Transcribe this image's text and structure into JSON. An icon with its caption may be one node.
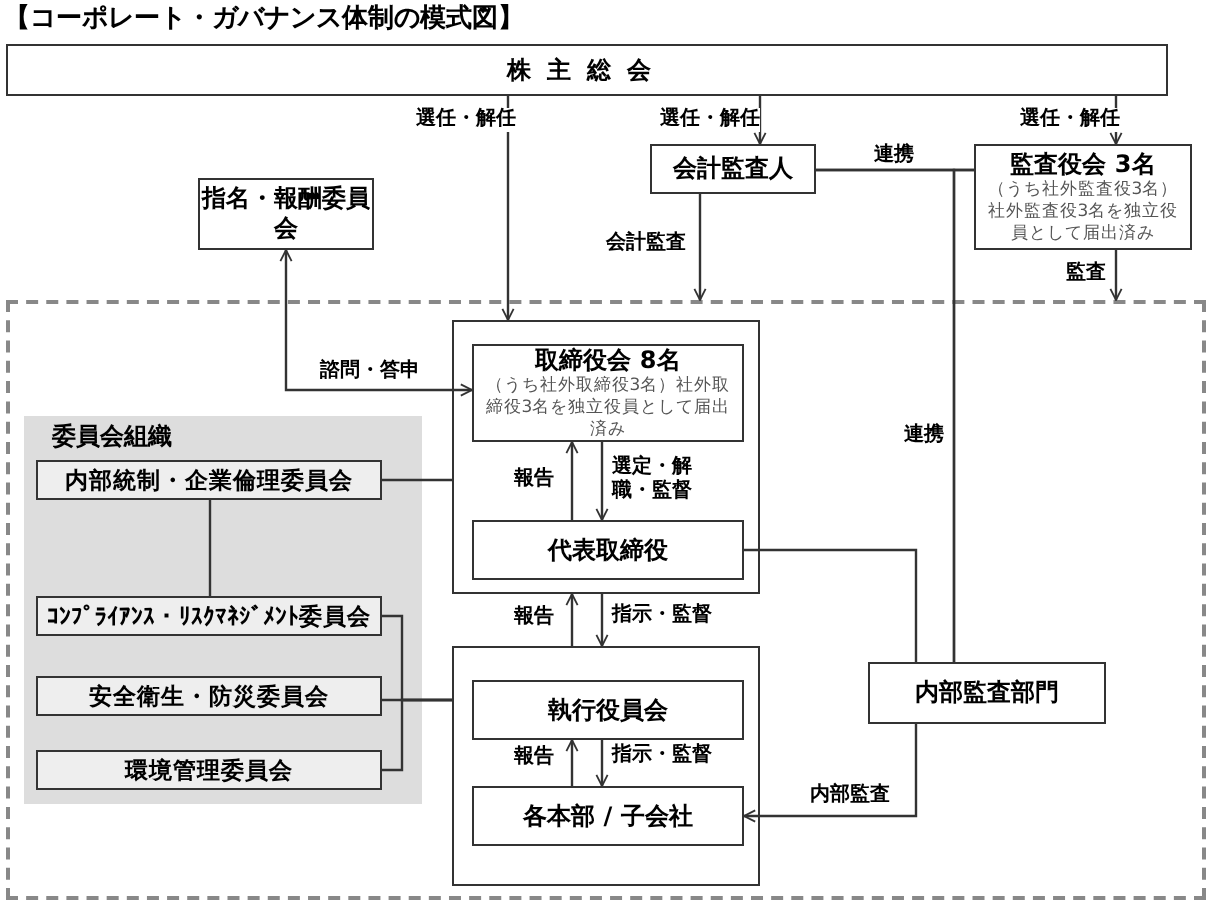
{
  "diagram": {
    "title": "【コーポレート・ガバナンス体制の模式図】",
    "nodes": [
      {
        "text": [
          "株主総会"
        ]
      },
      {
        "text": [
          "会計監査人"
        ]
      },
      {
        "text": [
          "監査役会 3名",
          "（うち社外監査役3名）社外監査役3名を独立役員として届出済み"
        ]
      },
      {
        "text": [
          "指名・報酬委員会"
        ]
      },
      {
        "text": [],
        "shape": "box"
      },
      {
        "text": [],
        "shape": "box",
        "in": 4
      },
      {
        "text": [
          "取締役会 8名",
          "（うち社外取締役3名）社外取締役3名を独立役員として届出済み"
        ],
        "in": 5
      },
      {
        "text": [
          "代表取締役"
        ],
        "in": 5
      },
      {
        "text": [],
        "shape": "box",
        "in": 4
      },
      {
        "text": [
          "執行役員会"
        ],
        "in": 8
      },
      {
        "text": [
          "各本部 / 子会社"
        ],
        "in": 8
      },
      {
        "text": [
          "委員会組織"
        ],
        "in": 4
      },
      {
        "text": [
          "内部統制・企業倫理委員会"
        ],
        "in": 11
      },
      {
        "text": [
          "ｺﾝﾌﾟﾗｲｱﾝｽ・ﾘｽｸﾏﾈｼﾞﾒﾝﾄ委員会"
        ],
        "in": 11
      },
      {
        "text": [
          "安全衛生・防災委員会"
        ],
        "in": 11
      },
      {
        "text": [
          "環境管理委員会"
        ],
        "in": 11
      },
      {
        "text": [
          "内部監査部門"
        ],
        "in": 4
      }
    ],
    "edges": [
      {
        "from": 0,
        "to": 5,
        "arrow": "to",
        "label": "選任・解任"
      },
      {
        "from": 0,
        "to": 1,
        "arrow": "to",
        "label": "選任・解任"
      },
      {
        "from": 0,
        "to": 2,
        "arrow": "to",
        "label": "選任・解任"
      },
      {
        "from": 1,
        "to": 4,
        "arrow": "to",
        "label": "会計監査"
      },
      {
        "from": 2,
        "to": 4,
        "arrow": "to",
        "label": "監査"
      },
      {
        "from": 1,
        "to": 2,
        "arrow": "none",
        "label": "連携"
      },
      {
        "from": 1,
        "to": 16,
        "arrow": "none",
        "label": "連携"
      },
      {
        "from": 2,
        "to": 16,
        "arrow": "none"
      },
      {
        "from": 3,
        "to": 6,
        "arrow": "both",
        "label": "諮問・答申"
      },
      {
        "from": 7,
        "to": 6,
        "arrow": "to",
        "label": "報告"
      },
      {
        "from": 6,
        "to": 7,
        "arrow": "to",
        "label": "選定・解職・監督"
      },
      {
        "from": 8,
        "to": 5,
        "arrow": "to",
        "label": "報告"
      },
      {
        "from": 5,
        "to": 8,
        "arrow": "to",
        "label": "指示・監督"
      },
      {
        "from": 10,
        "to": 9,
        "arrow": "to",
        "label": "報告"
      },
      {
        "from": 9,
        "to": 10,
        "arrow": "to",
        "label": "指示・監督"
      },
      {
        "from": 16,
        "to": 10,
        "arrow": "to",
        "label": "内部監査"
      },
      {
        "from": 7,
        "to": 16,
        "arrow": "none"
      },
      {
        "from": 12,
        "to": 5,
        "arrow": "none"
      },
      {
        "from": 12,
        "to": 13,
        "arrow": "none"
      },
      {
        "from": 13,
        "to": 8,
        "arrow": "none"
      },
      {
        "from": 14,
        "to": 8,
        "arrow": "none"
      },
      {
        "from": 15,
        "to": 8,
        "arrow": "none"
      }
    ]
  }
}
